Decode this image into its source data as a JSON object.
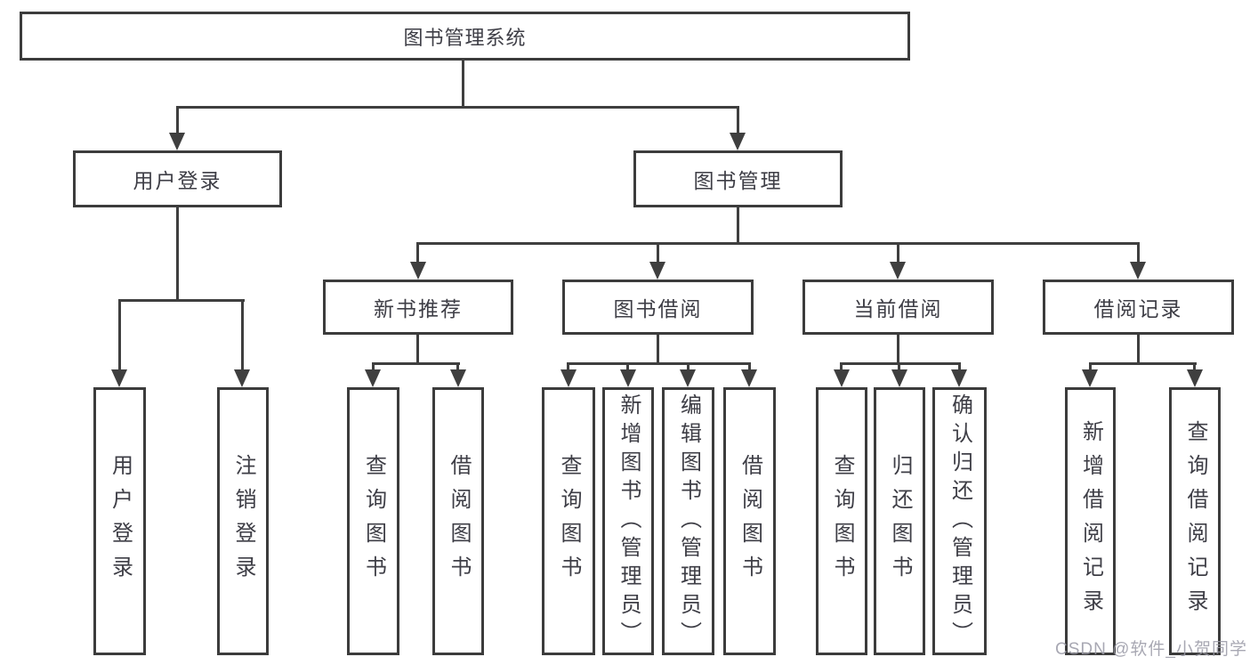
{
  "tree": {
    "root": {
      "label": "图书管理系统",
      "children": [
        {
          "label": "用户登录",
          "children": [
            {
              "label": "用户登录"
            },
            {
              "label": "注销登录"
            }
          ]
        },
        {
          "label": "图书管理",
          "children": [
            {
              "label": "新书推荐",
              "children": [
                {
                  "label": "查询图书"
                },
                {
                  "label": "借阅图书"
                }
              ]
            },
            {
              "label": "图书借阅",
              "children": [
                {
                  "label": "查询图书"
                },
                {
                  "label": "新增图书（管理员）"
                },
                {
                  "label": "编辑图书（管理员）"
                },
                {
                  "label": "借阅图书"
                }
              ]
            },
            {
              "label": "当前借阅",
              "children": [
                {
                  "label": "查询图书"
                },
                {
                  "label": "归还图书"
                },
                {
                  "label": "确认归还（管理员）"
                }
              ]
            },
            {
              "label": "借阅记录",
              "children": [
                {
                  "label": "新增借阅记录"
                },
                {
                  "label": "查询借阅记录"
                }
              ]
            }
          ]
        }
      ]
    }
  },
  "watermark": {
    "text": "CSDN @软件_小贺同学"
  },
  "colors": {
    "line": "#3f3f3f",
    "border": "#3c3c3c",
    "text": "#3e3e46",
    "background": "#ffffff",
    "watermark": "#9a9aa6"
  }
}
